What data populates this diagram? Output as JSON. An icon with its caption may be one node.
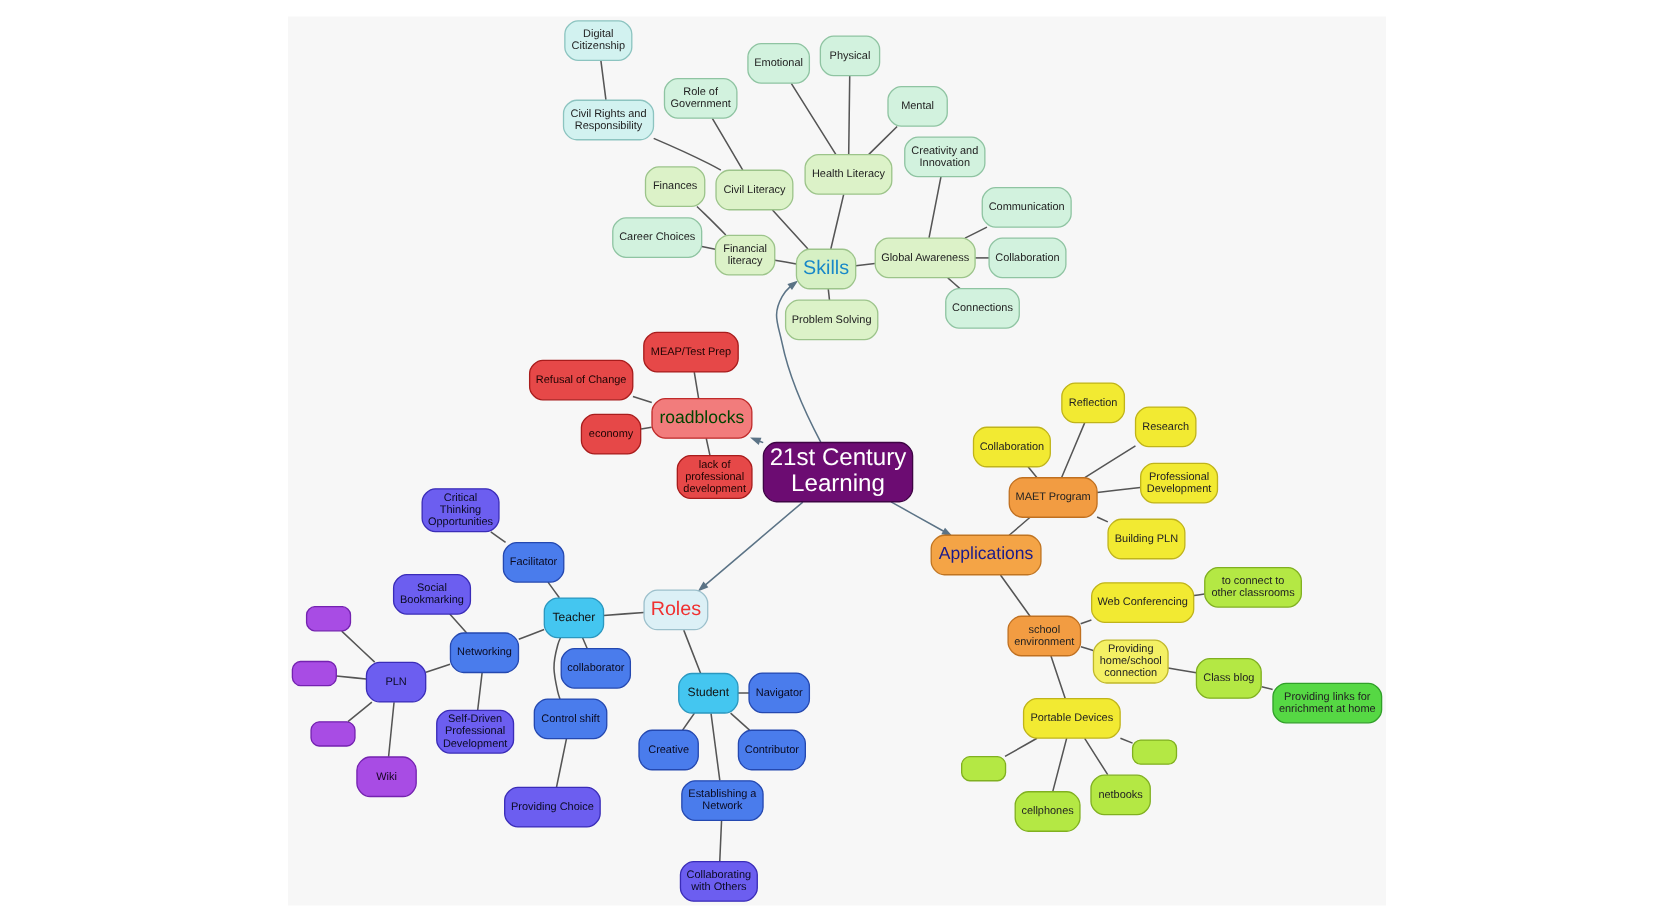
{
  "diagram": {
    "nodes": [
      {
        "text": [
          "21st Century Learning"
        ]
      },
      {
        "text": [
          "Skills"
        ]
      },
      {
        "text": [
          "Communication"
        ]
      },
      {
        "text": [
          "Global Awareness"
        ]
      },
      {
        "text": [
          "Connections"
        ]
      },
      {
        "text": [
          "Collaboration"
        ]
      },
      {
        "text": [
          "Creativity and Innovation"
        ]
      },
      {
        "text": [
          "Finances"
        ]
      },
      {
        "text": [
          "Financial literacy"
        ]
      },
      {
        "text": [
          "Career Choices"
        ]
      },
      {
        "text": [
          "Problem Solving"
        ]
      },
      {
        "text": [
          "Health Literacy"
        ]
      },
      {
        "text": [
          "Mental"
        ]
      },
      {
        "text": [
          "Emotional"
        ]
      },
      {
        "text": [
          "Physical"
        ]
      },
      {
        "text": [
          "Civil Literacy"
        ]
      },
      {
        "text": [
          "Role of Government"
        ]
      },
      {
        "text": [
          "Civil Rights and Responsibility"
        ]
      },
      {
        "text": [
          "Digital Citizenship"
        ]
      },
      {
        "text": [
          "Roles"
        ]
      },
      {
        "text": [
          "Teacher"
        ]
      },
      {
        "text": [
          "Networking"
        ]
      },
      {
        "text": [
          "PLN"
        ]
      },
      {
        "text": [],
        "shape": "box"
      },
      {
        "text": [],
        "shape": "box"
      },
      {
        "text": [],
        "shape": "box"
      },
      {
        "text": [
          "Wiki"
        ]
      },
      {
        "text": [
          "Self-Driven Professional Development"
        ]
      },
      {
        "text": [
          "Social Bookmarking"
        ]
      },
      {
        "text": [
          "Facilitator"
        ]
      },
      {
        "text": [
          "Critical Thinking Opportunities"
        ]
      },
      {
        "text": [
          "Control shift"
        ]
      },
      {
        "text": [
          "Providing Choice"
        ]
      },
      {
        "text": [
          "collaborator"
        ]
      },
      {
        "text": [
          "Student"
        ]
      },
      {
        "text": [
          "Contributor"
        ]
      },
      {
        "text": [
          "Navigator"
        ]
      },
      {
        "text": [
          "Establishing a Network"
        ]
      },
      {
        "text": [
          "Collaborating with Others"
        ]
      },
      {
        "text": [
          "Creative"
        ]
      },
      {
        "text": [
          "Applications"
        ]
      },
      {
        "text": [
          "MAET Program"
        ]
      },
      {
        "text": [
          "Reflection"
        ]
      },
      {
        "text": [
          "Building PLN"
        ]
      },
      {
        "text": [
          "Professional Development"
        ]
      },
      {
        "text": [
          "Research"
        ]
      },
      {
        "text": [
          "Collaboration"
        ]
      },
      {
        "text": [
          "school environment"
        ]
      },
      {
        "text": [
          "Providing home/school connection"
        ]
      },
      {
        "text": [
          "Class blog"
        ]
      },
      {
        "text": [
          "Providing links for enrichment at home"
        ]
      },
      {
        "text": [
          "Portable Devices"
        ]
      },
      {
        "text": [],
        "shape": "box"
      },
      {
        "text": [],
        "shape": "box"
      },
      {
        "text": [
          "netbooks"
        ]
      },
      {
        "text": [
          "cellphones"
        ]
      },
      {
        "text": [
          "Web Conferencing"
        ]
      },
      {
        "text": [
          "to connect to other classrooms"
        ]
      },
      {
        "text": [
          "roadblocks"
        ]
      },
      {
        "text": [
          "economy"
        ]
      },
      {
        "text": [
          "MEAP/Test Prep"
        ]
      },
      {
        "text": [
          "Refusal of Change"
        ]
      },
      {
        "text": [
          "lack of professional development"
        ]
      }
    ],
    "edges": [
      {
        "from": 0,
        "to": 1,
        "arrow": "to",
        "color": "#5b7386"
      },
      {
        "from": 1,
        "to": 3,
        "arrow": "none"
      },
      {
        "from": 3,
        "to": 2,
        "arrow": "none"
      },
      {
        "from": 3,
        "to": 4,
        "arrow": "none"
      },
      {
        "from": 3,
        "to": 5,
        "arrow": "none"
      },
      {
        "from": 3,
        "to": 6,
        "arrow": "none"
      },
      {
        "from": 1,
        "to": 8,
        "arrow": "none"
      },
      {
        "from": 8,
        "to": 7,
        "arrow": "none"
      },
      {
        "from": 8,
        "to": 9,
        "arrow": "none"
      },
      {
        "from": 1,
        "to": 10,
        "arrow": "none"
      },
      {
        "from": 1,
        "to": 11,
        "arrow": "none"
      },
      {
        "from": 11,
        "to": 12,
        "arrow": "none"
      },
      {
        "from": 11,
        "to": 13,
        "arrow": "none"
      },
      {
        "from": 11,
        "to": 14,
        "arrow": "none"
      },
      {
        "from": 1,
        "to": 15,
        "arrow": "none"
      },
      {
        "from": 15,
        "to": 16,
        "arrow": "none"
      },
      {
        "from": 15,
        "to": 17,
        "arrow": "none"
      },
      {
        "from": 17,
        "to": 18,
        "arrow": "none"
      },
      {
        "from": 0,
        "to": 19,
        "arrow": "to",
        "color": "#5b7386"
      },
      {
        "from": 19,
        "to": 20,
        "arrow": "none"
      },
      {
        "from": 20,
        "to": 21,
        "arrow": "none"
      },
      {
        "from": 21,
        "to": 22,
        "arrow": "none"
      },
      {
        "from": 22,
        "to": 23,
        "arrow": "none"
      },
      {
        "from": 22,
        "to": 24,
        "arrow": "none"
      },
      {
        "from": 22,
        "to": 25,
        "arrow": "none"
      },
      {
        "from": 22,
        "to": 26,
        "arrow": "none"
      },
      {
        "from": 21,
        "to": 27,
        "arrow": "none"
      },
      {
        "from": 21,
        "to": 28,
        "arrow": "none"
      },
      {
        "from": 20,
        "to": 29,
        "arrow": "none"
      },
      {
        "from": 29,
        "to": 30,
        "arrow": "none"
      },
      {
        "from": 20,
        "to": 31,
        "arrow": "none"
      },
      {
        "from": 31,
        "to": 32,
        "arrow": "none"
      },
      {
        "from": 20,
        "to": 33,
        "arrow": "none"
      },
      {
        "from": 19,
        "to": 34,
        "arrow": "none"
      },
      {
        "from": 34,
        "to": 35,
        "arrow": "none"
      },
      {
        "from": 34,
        "to": 36,
        "arrow": "none"
      },
      {
        "from": 34,
        "to": 37,
        "arrow": "none"
      },
      {
        "from": 37,
        "to": 38,
        "arrow": "none"
      },
      {
        "from": 34,
        "to": 39,
        "arrow": "none"
      },
      {
        "from": 0,
        "to": 40,
        "arrow": "to",
        "color": "#5b7386"
      },
      {
        "from": 40,
        "to": 41,
        "arrow": "none"
      },
      {
        "from": 41,
        "to": 42,
        "arrow": "none"
      },
      {
        "from": 41,
        "to": 43,
        "arrow": "none"
      },
      {
        "from": 41,
        "to": 44,
        "arrow": "none"
      },
      {
        "from": 41,
        "to": 45,
        "arrow": "none"
      },
      {
        "from": 41,
        "to": 46,
        "arrow": "none"
      },
      {
        "from": 40,
        "to": 47,
        "arrow": "none"
      },
      {
        "from": 47,
        "to": 48,
        "arrow": "none"
      },
      {
        "from": 48,
        "to": 49,
        "arrow": "none"
      },
      {
        "from": 49,
        "to": 50,
        "arrow": "none"
      },
      {
        "from": 47,
        "to": 51,
        "arrow": "none"
      },
      {
        "from": 51,
        "to": 52,
        "arrow": "none"
      },
      {
        "from": 51,
        "to": 53,
        "arrow": "none"
      },
      {
        "from": 51,
        "to": 54,
        "arrow": "none"
      },
      {
        "from": 51,
        "to": 55,
        "arrow": "none"
      },
      {
        "from": 47,
        "to": 56,
        "arrow": "none"
      },
      {
        "from": 56,
        "to": 57,
        "arrow": "none"
      },
      {
        "from": 0,
        "to": 58,
        "arrow": "to",
        "color": "#5b7386"
      },
      {
        "from": 58,
        "to": 59,
        "arrow": "none"
      },
      {
        "from": 58,
        "to": 60,
        "arrow": "none"
      },
      {
        "from": 58,
        "to": 61,
        "arrow": "none"
      },
      {
        "from": 58,
        "to": 62,
        "arrow": "none"
      }
    ]
  }
}
